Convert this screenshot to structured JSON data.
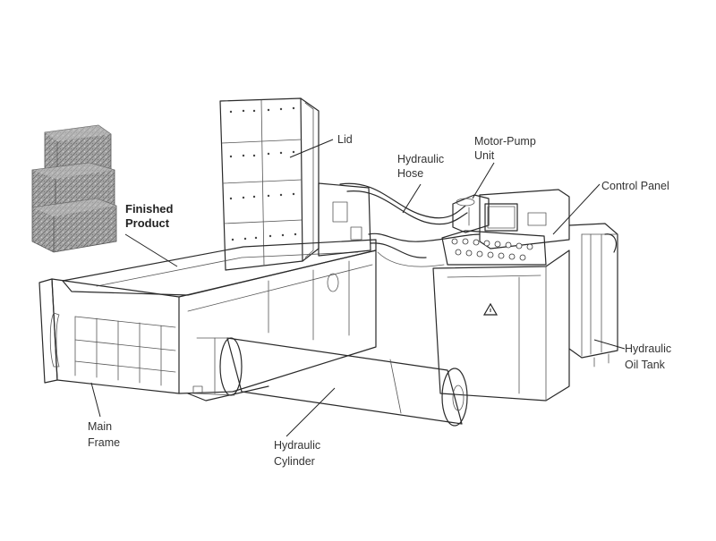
{
  "labels": {
    "finished_product_line1": "Finished",
    "finished_product_line2": "Product",
    "lid": "Lid",
    "hydraulic_hose_line1": "Hydraulic",
    "hydraulic_hose_line2": "Hose",
    "motor_pump_line1": "Motor-Pump",
    "motor_pump_line2": "Unit",
    "control_panel": "Control Panel",
    "oil_tank_line1": "Hydraulic",
    "oil_tank_line2": "Oil Tank",
    "main_frame_line1": "Main",
    "main_frame_line2": "Frame",
    "cylinder_line1": "Hydraulic",
    "cylinder_line2": "Cylinder"
  },
  "colors": {
    "line": "#2a2a2a",
    "text": "#333333",
    "metal_bale": "#9a9a9a"
  },
  "icons": {
    "warning": "warning-triangle-icon"
  }
}
